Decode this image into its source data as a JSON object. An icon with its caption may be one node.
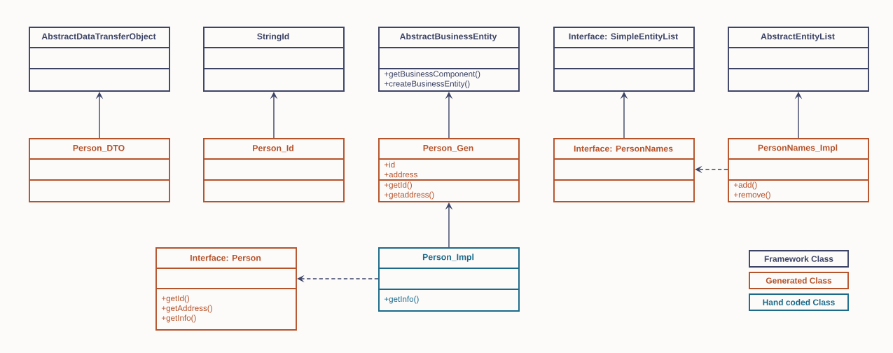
{
  "diagram": {
    "nodes": [
      {
        "text": [
          "AbstractDataTransferObject"
        ]
      },
      {
        "text": [
          "StringId"
        ]
      },
      {
        "text": [
          "AbstractBusinessEntity",
          "+getBusinessComponent()",
          "+createBusinessEntity()"
        ]
      },
      {
        "text": [
          "Interface: SimpleEntityList"
        ]
      },
      {
        "text": [
          "AbstractEntityList"
        ]
      },
      {
        "text": [
          "Person_DTO"
        ]
      },
      {
        "text": [
          "Person_Id"
        ]
      },
      {
        "text": [
          "Person_Gen",
          "+id",
          "+address",
          "+getId()",
          "+getaddress()"
        ]
      },
      {
        "text": [
          "Interface: PersonNames"
        ]
      },
      {
        "text": [
          "PersonNames_Impl",
          "+add()",
          "+remove()"
        ]
      },
      {
        "text": [
          "Interface: Person",
          "+getId()",
          "+getAddress()",
          "+getInfo()"
        ]
      },
      {
        "text": [
          "Person_Impl",
          "+getInfo()"
        ]
      }
    ],
    "edges": [
      {
        "from": 5,
        "to": 0,
        "arrow": "to"
      },
      {
        "from": 6,
        "to": 1,
        "arrow": "to"
      },
      {
        "from": 7,
        "to": 2,
        "arrow": "to"
      },
      {
        "from": 8,
        "to": 3,
        "arrow": "to"
      },
      {
        "from": 9,
        "to": 4,
        "arrow": "to"
      },
      {
        "from": 9,
        "to": 8,
        "arrow": "to",
        "style": "dashed"
      },
      {
        "from": 11,
        "to": 7,
        "arrow": "to"
      },
      {
        "from": 11,
        "to": 10,
        "arrow": "to",
        "style": "dashed"
      }
    ],
    "legend": [
      {
        "text": "Framework Class",
        "color": "#3d4466"
      },
      {
        "text": "Generated Class",
        "color": "#b5532a"
      },
      {
        "text": "Hand coded Class",
        "color": "#1b6a8a"
      }
    ]
  }
}
